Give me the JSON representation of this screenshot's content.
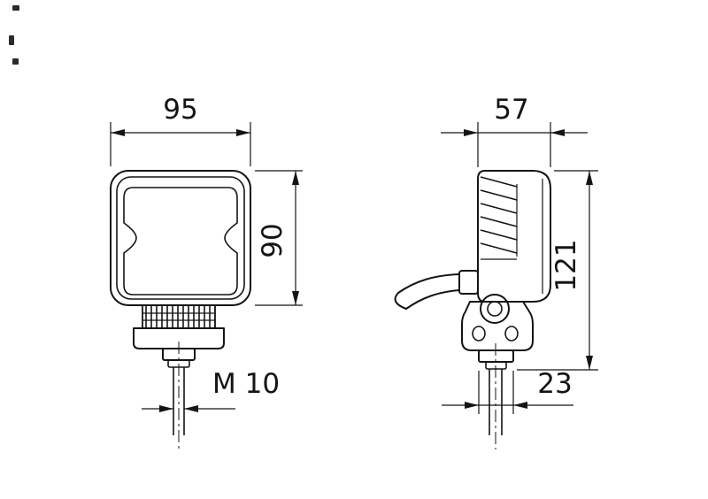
{
  "dimensions": {
    "front_width": "95",
    "front_height": "90",
    "thread": "M 10",
    "depth": "57",
    "total_height": "121",
    "stud_offset": "23"
  }
}
